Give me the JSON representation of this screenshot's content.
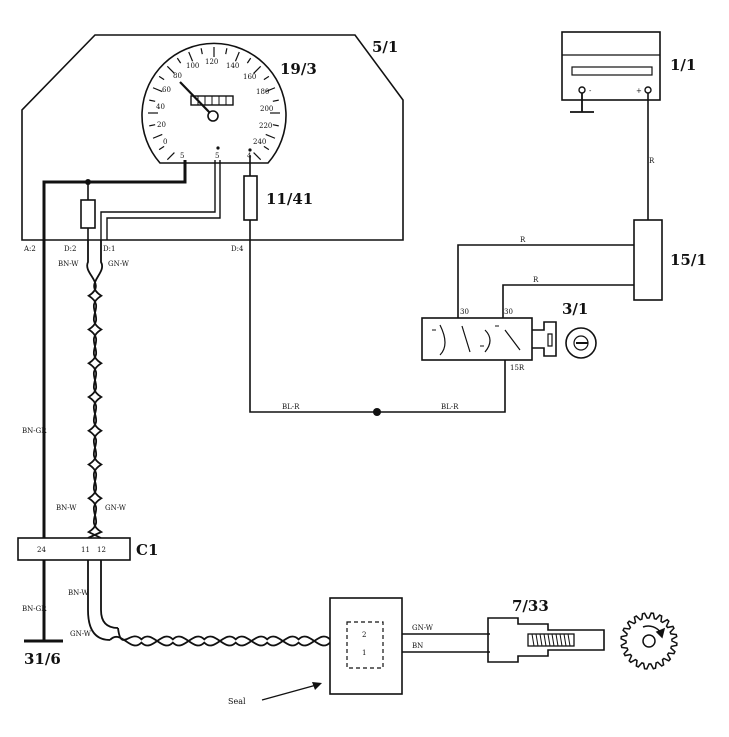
{
  "components": {
    "instrument_panel": {
      "id": "5/1"
    },
    "speedometer": {
      "id": "19/3",
      "scale": [
        "0",
        "20",
        "40",
        "60",
        "80",
        "100",
        "120",
        "140",
        "160",
        "180",
        "200",
        "220",
        "240"
      ],
      "pins": [
        "5",
        "5",
        "4"
      ]
    },
    "fuse_resistor": {
      "id": "11/41"
    },
    "battery": {
      "id": "1/1",
      "neg": "-",
      "pos": "+"
    },
    "relay": {
      "id": "15/1"
    },
    "ignition_switch": {
      "id": "3/1",
      "term_a": "30",
      "term_b": "30",
      "term_c": "15R"
    },
    "connector_c1": {
      "id": "C1",
      "pins": [
        "24",
        "11",
        "12"
      ]
    },
    "ground": {
      "id": "31/6"
    },
    "sensor_connector": {
      "pins": [
        "2",
        "1"
      ],
      "seal_label": "Seal"
    },
    "speed_sensor": {
      "id": "7/33"
    }
  },
  "terminals": {
    "a": "A:2",
    "b": "D:2",
    "c": "D:1",
    "d": "D:4"
  },
  "wires": {
    "bn_w": "BN-W",
    "gn_w": "GN-W",
    "bn_gr": "BN-GR",
    "r": "R",
    "bl_r": "BL-R",
    "bn": "BN"
  }
}
